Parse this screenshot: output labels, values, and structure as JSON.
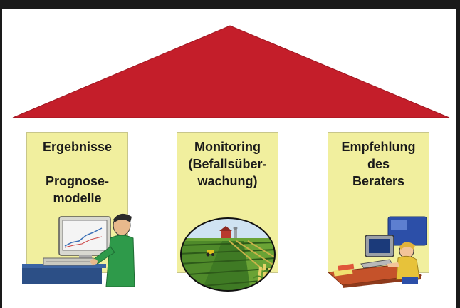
{
  "pillars": [
    {
      "lines": [
        "Ergebnisse",
        "",
        "Prognose-",
        "modelle"
      ],
      "illustration": "person-at-computer-clipart"
    },
    {
      "lines": [
        "Monitoring",
        "(Befallsüber-",
        "wachung)"
      ],
      "illustration": "farm-field-clipart"
    },
    {
      "lines": [
        "Empfehlung",
        "des",
        "Beraters"
      ],
      "illustration": "child-at-computer-clipart"
    }
  ],
  "colors": {
    "roof": "#c41e2a",
    "pillar": "#f1ef9e",
    "frame": "#1a1a1a",
    "background": "#ffffff"
  }
}
